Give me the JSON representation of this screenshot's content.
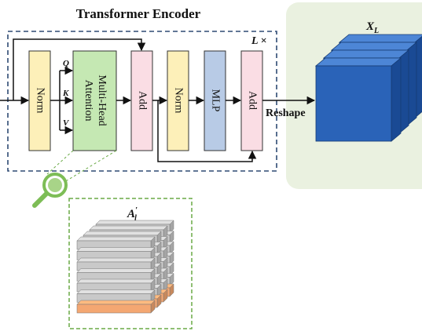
{
  "title": "Transformer Encoder",
  "repeat_label": "L ×",
  "qkv": {
    "q": "Q",
    "k": "K",
    "v": "V"
  },
  "blocks": {
    "norm1": "Norm",
    "attention_line1": "Multi-Head",
    "attention_line2": "Attention",
    "add1": "Add",
    "norm2": "Norm",
    "mlp": "MLP",
    "add2": "Add"
  },
  "reshape_label": "Reshape",
  "output_label": "X_L",
  "attention_map_label": "A′_l",
  "colors": {
    "norm": "#fdf0b9",
    "attention": "#c5e8b3",
    "add": "#fadde4",
    "mlp": "#b8cbe6",
    "encoder_border": "#2e4a73",
    "output_panel": "#eaf1e0",
    "cube_front": "#2a63b8",
    "cube_side": "#1a4a94",
    "cube_top": "#4d86d6",
    "magnifier": "#7dbd56",
    "zoom_border": "#6aaa46",
    "slab_gray": "#c9c9c9",
    "slab_orange": "#f4a772"
  },
  "icons": {
    "magnifier": "magnifier-icon",
    "output_cube": "feature-cube-icon",
    "attention_stack": "attention-slab-stack"
  }
}
